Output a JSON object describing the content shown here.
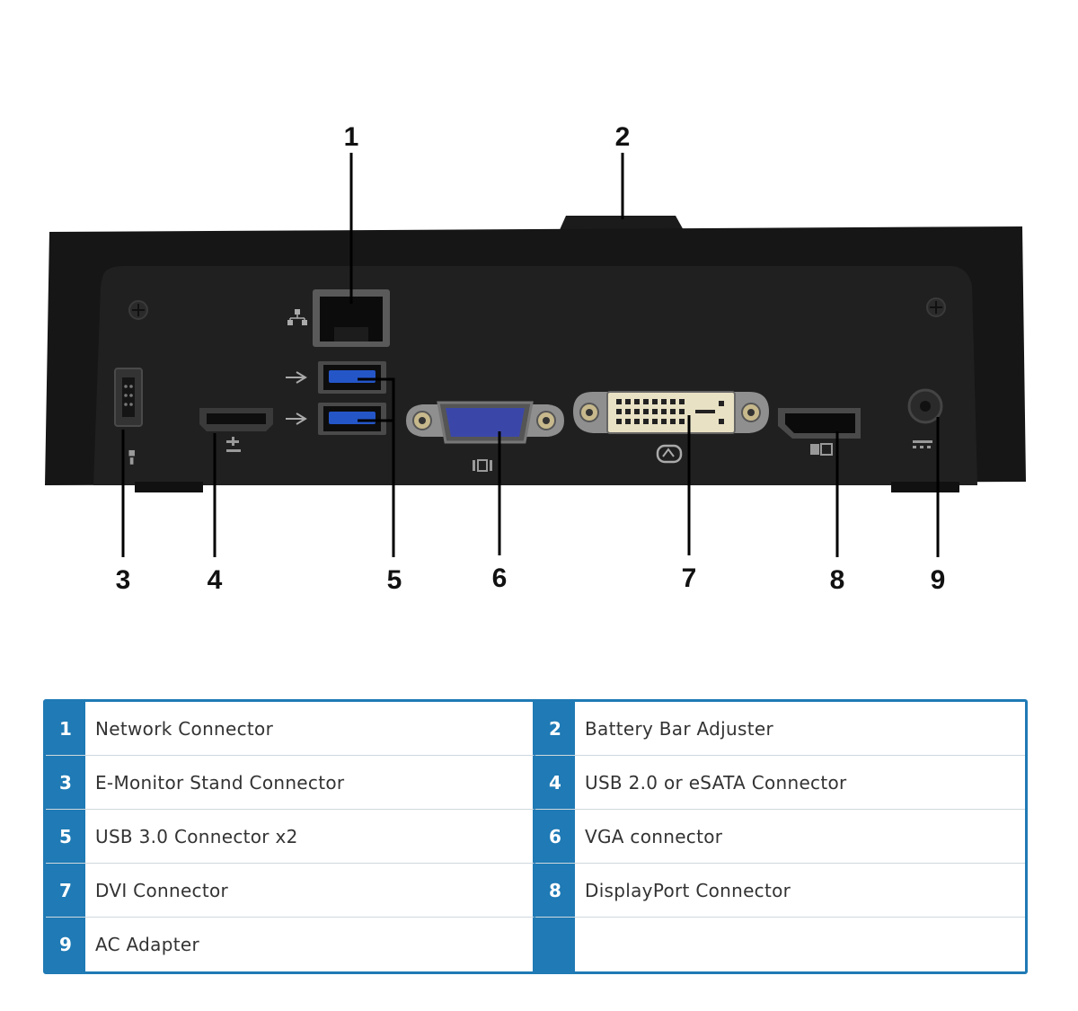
{
  "callouts": [
    "1",
    "2",
    "3",
    "4",
    "5",
    "6",
    "7",
    "8",
    "9"
  ],
  "legend": [
    {
      "num": "1",
      "label": "Network Connector"
    },
    {
      "num": "2",
      "label": "Battery Bar Adjuster"
    },
    {
      "num": "3",
      "label": "E-Monitor Stand Connector"
    },
    {
      "num": "4",
      "label": "USB 2.0 or eSATA Connector"
    },
    {
      "num": "5",
      "label": "USB 3.0 Connector x2"
    },
    {
      "num": "6",
      "label": "VGA connector"
    },
    {
      "num": "7",
      "label": "DVI Connector"
    },
    {
      "num": "8",
      "label": "DisplayPort Connector"
    },
    {
      "num": "9",
      "label": "AC Adapter"
    },
    {
      "num": "",
      "label": ""
    }
  ],
  "colors": {
    "accent": "#1f7ab5",
    "device": "#151515"
  },
  "icons": [
    "network-port-icon",
    "usb3-icon",
    "vga-icon",
    "dvi-icon",
    "displayport-icon",
    "power-icon",
    "screw-icon"
  ]
}
